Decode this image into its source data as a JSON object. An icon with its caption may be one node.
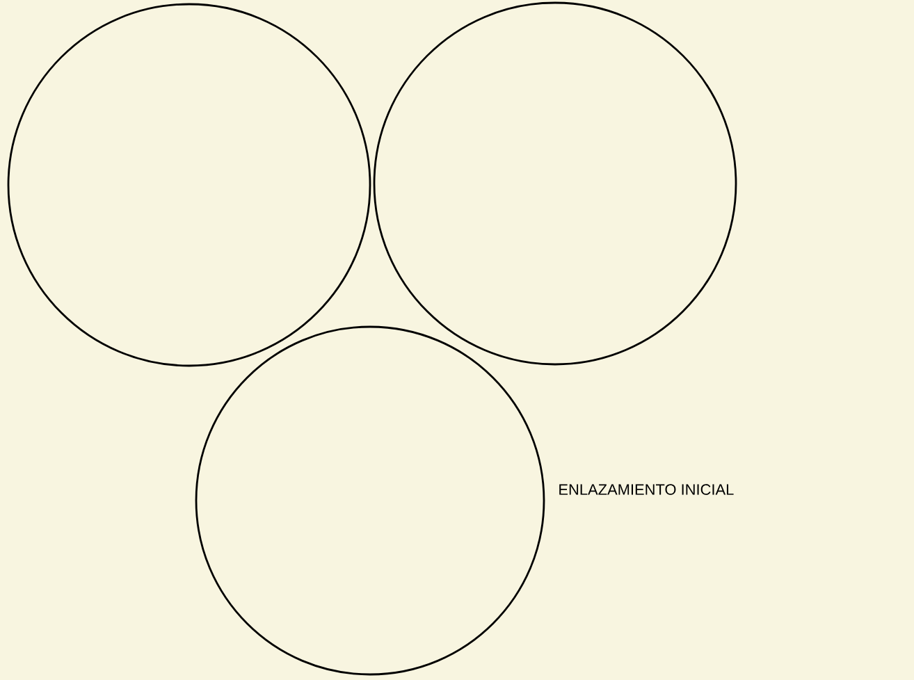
{
  "diagram": {
    "nodes": [
      {
        "text": [],
        "shape": "circle"
      },
      {
        "text": [],
        "shape": "circle"
      },
      {
        "text": [],
        "shape": "circle"
      }
    ],
    "labels": [
      "ENLAZAMIENTO INICIAL"
    ]
  }
}
